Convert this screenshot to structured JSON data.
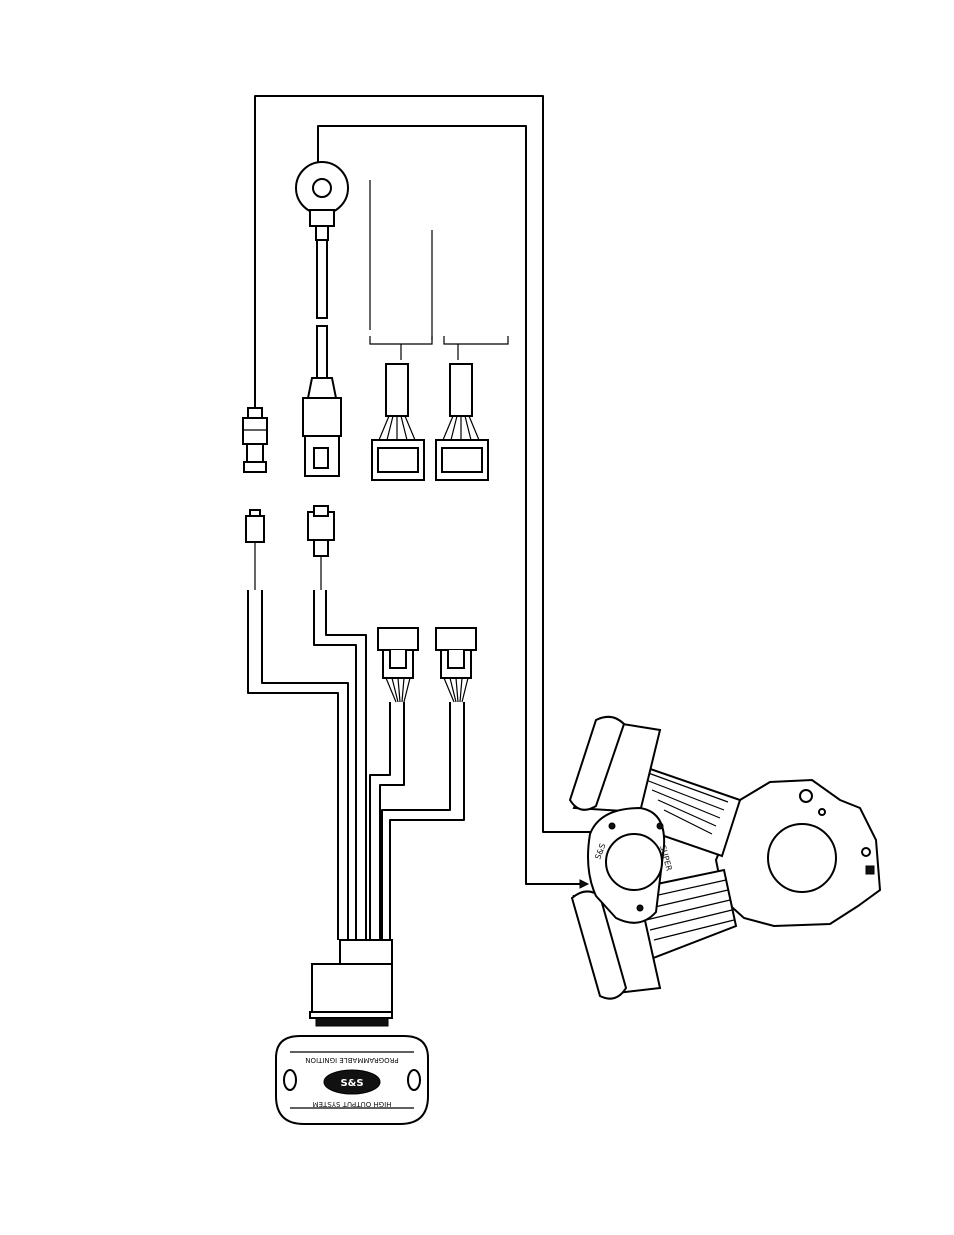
{
  "colors": {
    "line": "#000000",
    "background": "#ffffff"
  },
  "engine": {
    "cover_label_left": "S&S",
    "cover_label_right": "SUPER"
  },
  "module": {
    "logo": "S&S",
    "text_top": "PROGRAMMABLE IGNITION",
    "text_bottom": "HIGH OUTPUT SYSTEM"
  }
}
